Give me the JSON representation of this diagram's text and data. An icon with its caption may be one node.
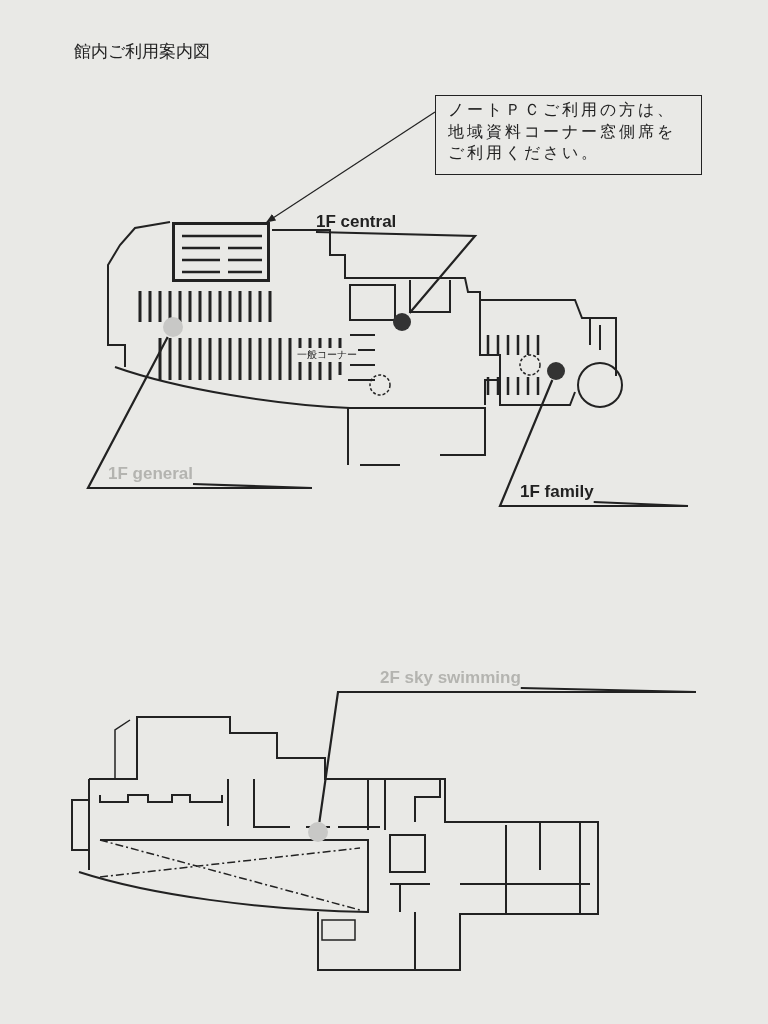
{
  "diagram": {
    "title": "館内ご利用案内図",
    "nodes": [
      {
        "text": [
          "ノートＰＣご利用の方は、地域資料コーナー窓側席をご利用ください。"
        ]
      },
      {
        "text": [
          "1F central"
        ]
      },
      {
        "text": [
          "1F general"
        ]
      },
      {
        "text": [
          "1F family"
        ]
      },
      {
        "text": [
          "2F sky swimming"
        ]
      },
      {
        "text": [],
        "shape": "box"
      },
      {
        "text": [],
        "shape": "circle"
      },
      {
        "text": [],
        "shape": "circle"
      },
      {
        "text": [],
        "shape": "circle"
      },
      {
        "text": [],
        "shape": "circle"
      }
    ],
    "edges": [
      {
        "from": 0,
        "to": 5,
        "arrow": "to"
      },
      {
        "from": 1,
        "to": 6,
        "arrow": "none"
      },
      {
        "from": 2,
        "to": 7,
        "arrow": "none"
      },
      {
        "from": 3,
        "to": 8,
        "arrow": "none"
      },
      {
        "from": 4,
        "to": 9,
        "arrow": "none"
      }
    ],
    "labels": [
      "一般コーナー"
    ]
  }
}
